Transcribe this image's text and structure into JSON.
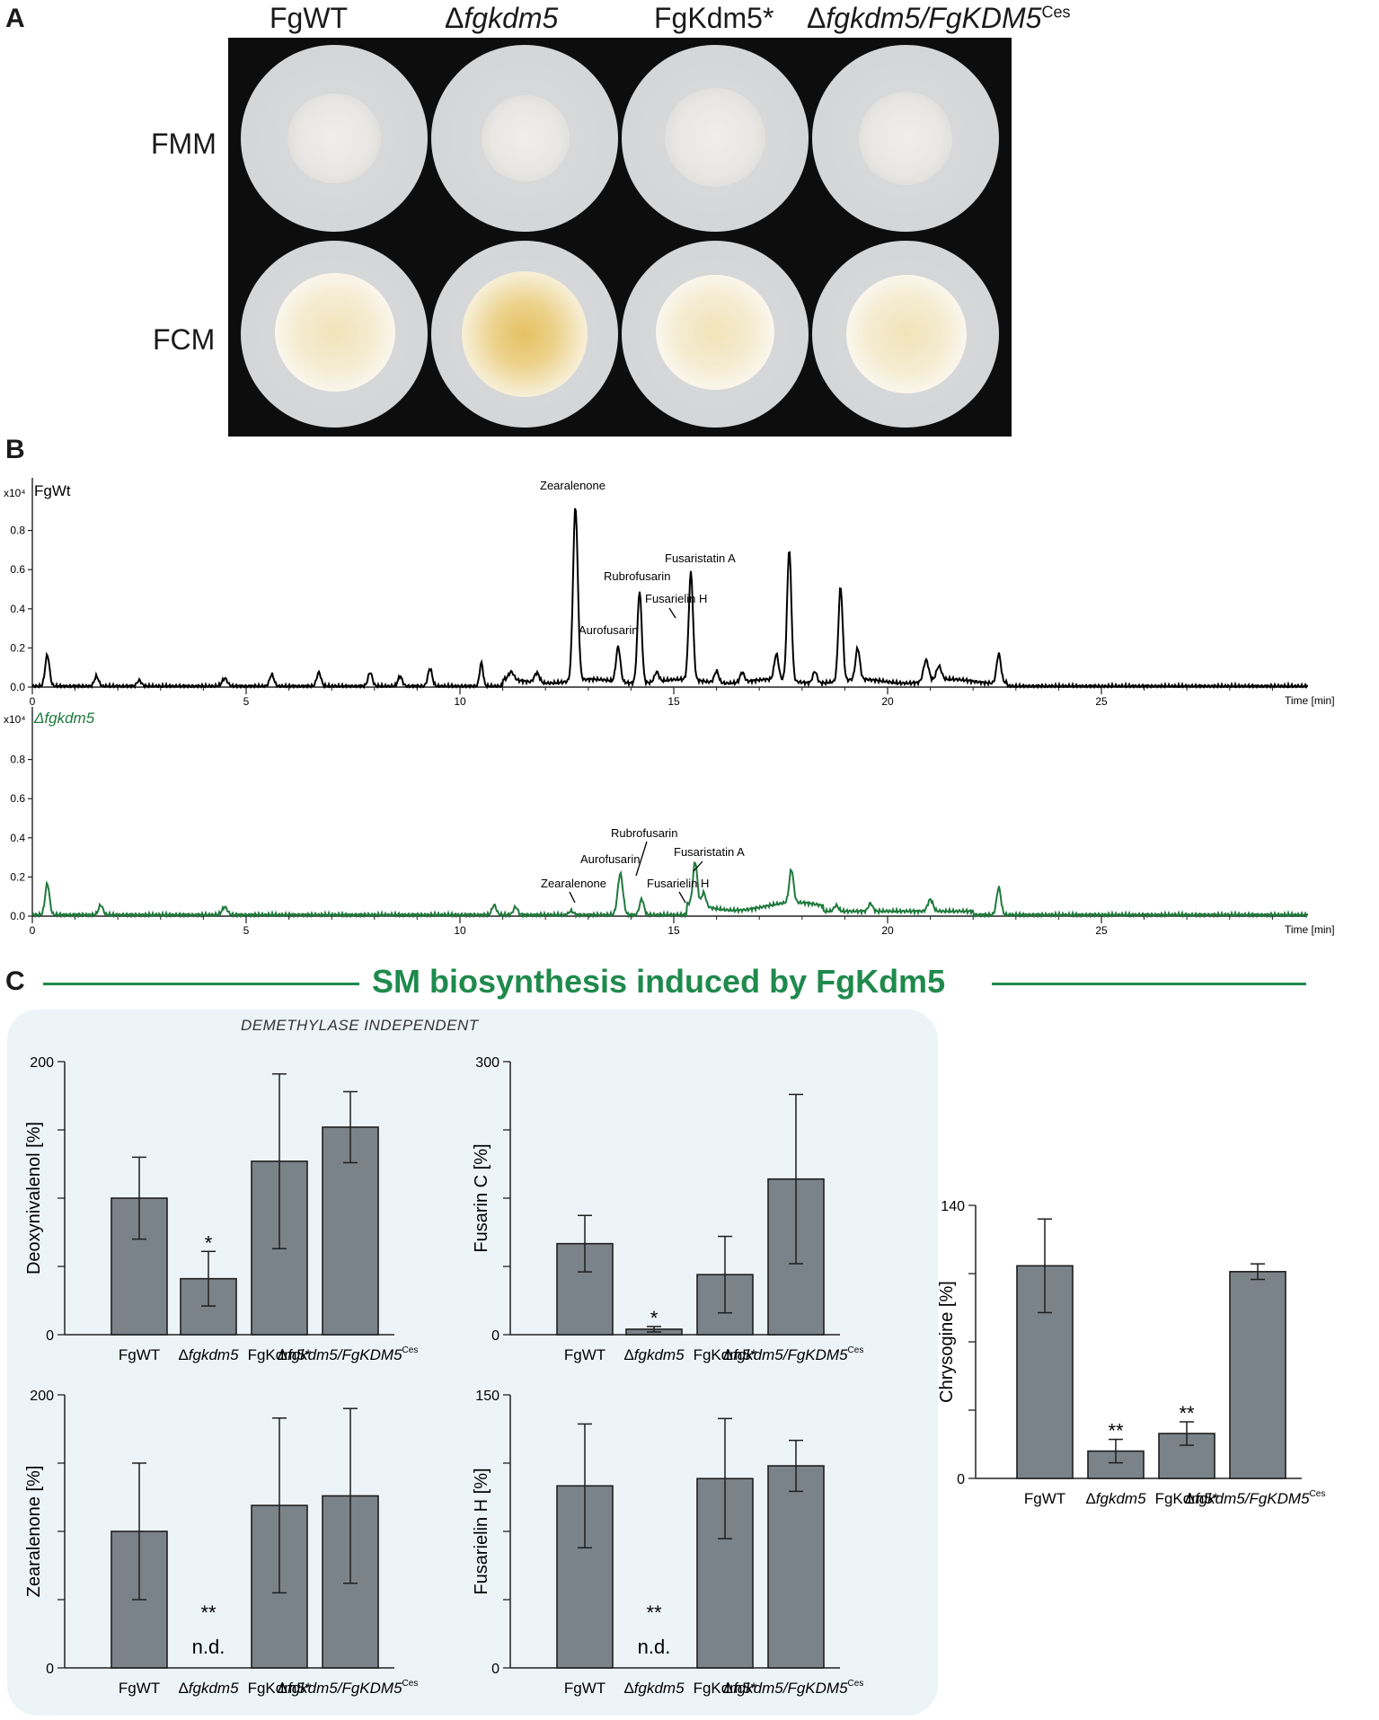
{
  "panel_a": {
    "letter": "A",
    "strain_titles": [
      {
        "plain": "FgWT",
        "ital": "",
        "sup": ""
      },
      {
        "plain": "Δ",
        "ital": "fgkdm5",
        "sup": ""
      },
      {
        "plain": "FgKdm5*",
        "ital": "",
        "sup": ""
      },
      {
        "plain": "Δ",
        "ital": "fgkdm5/FgKDM5",
        "sup": "Ces"
      }
    ],
    "rows": [
      "FMM",
      "FCM"
    ]
  },
  "panel_b": {
    "letter": "B",
    "traces": [
      {
        "name": "FgWt",
        "color": "#000000",
        "yunit": "x10⁴",
        "peaks": [
          {
            "label": "Zearalenone"
          },
          {
            "label": "Aurofusarin"
          },
          {
            "label": "Rubrofusarin"
          },
          {
            "label": "Fusarielin H"
          },
          {
            "label": "Fusaristatin A"
          }
        ]
      },
      {
        "name": "Δfgkdm5",
        "color": "#1f7a3c",
        "yunit": "x10⁴",
        "peaks": [
          {
            "label": "Zearalenone"
          },
          {
            "label": "Aurofusarin"
          },
          {
            "label": "Rubrofusarin"
          },
          {
            "label": "Fusarielin H"
          },
          {
            "label": "Fusaristatin A"
          }
        ]
      }
    ],
    "yticks": [
      "0.0",
      "0.2",
      "0.4",
      "0.6",
      "0.8"
    ],
    "xticks": [
      "0",
      "5",
      "10",
      "15",
      "20",
      "25"
    ],
    "xlabel": "Time [min]"
  },
  "panel_c": {
    "letter": "C",
    "title": "SM biosynthesis induced by FgKdm5",
    "group_label": "DEMETHYLASE INDEPENDENT",
    "categories": [
      {
        "plain": "FgWT",
        "ital": "",
        "sup": ""
      },
      {
        "plain": "Δ",
        "ital": "fgkdm5",
        "sup": ""
      },
      {
        "plain": "FgKdm5*",
        "ital": "",
        "sup": ""
      },
      {
        "plain": "Δ",
        "ital": "fgkdm5/FgKDM5",
        "sup": "Ces"
      }
    ]
  },
  "chart_data": [
    {
      "type": "bar",
      "ylabel": "Deoxynivalenol [%]",
      "ylim": [
        0,
        200
      ],
      "ytick_labels": [
        "0",
        "200"
      ],
      "categories": [
        "FgWT",
        "Δfgkdm5",
        "FgKdm5*",
        "Δfgkdm5/FgKDM5Ces"
      ],
      "values": [
        100,
        41,
        127,
        152
      ],
      "errors": [
        30,
        20,
        64,
        26
      ],
      "annotations": [
        "",
        "*",
        "",
        ""
      ]
    },
    {
      "type": "bar",
      "ylabel": "Fusarin C [%]",
      "ylim": [
        0,
        300
      ],
      "ytick_labels": [
        "0",
        "300"
      ],
      "categories": [
        "FgWT",
        "Δfgkdm5",
        "FgKdm5*",
        "Δfgkdm5/FgKDM5Ces"
      ],
      "values": [
        100,
        6,
        66,
        171
      ],
      "errors": [
        31,
        3,
        42,
        93
      ],
      "annotations": [
        "",
        "*",
        "",
        ""
      ]
    },
    {
      "type": "bar",
      "ylabel": "Zearalenone [%]",
      "ylim": [
        0,
        200
      ],
      "ytick_labels": [
        "0",
        "200"
      ],
      "categories": [
        "FgWT",
        "Δfgkdm5",
        "FgKdm5*",
        "Δfgkdm5/FgKDM5Ces"
      ],
      "values": [
        100,
        0,
        119,
        126
      ],
      "errors": [
        50,
        0,
        64,
        64
      ],
      "annotations": [
        "",
        "** n.d.",
        "",
        ""
      ]
    },
    {
      "type": "bar",
      "ylabel": "Fusarielin H [%]",
      "ylim": [
        0,
        150
      ],
      "ytick_labels": [
        "0",
        "150"
      ],
      "categories": [
        "FgWT",
        "Δfgkdm5",
        "FgKdm5*",
        "Δfgkdm5/FgKDM5Ces"
      ],
      "values": [
        100,
        0,
        104,
        111
      ],
      "errors": [
        34,
        0,
        33,
        14
      ],
      "annotations": [
        "",
        "** n.d.",
        "",
        ""
      ]
    },
    {
      "type": "bar",
      "ylabel": "Chrysogine [%]",
      "ylim": [
        0,
        140
      ],
      "ytick_labels": [
        "0",
        "140"
      ],
      "categories": [
        "FgWT",
        "Δfgkdm5",
        "FgKdm5*",
        "Δfgkdm5/FgKDM5Ces"
      ],
      "values": [
        109,
        14,
        23,
        106
      ],
      "errors": [
        24,
        6,
        6,
        4
      ],
      "annotations": [
        "",
        "**",
        "**",
        ""
      ]
    }
  ]
}
